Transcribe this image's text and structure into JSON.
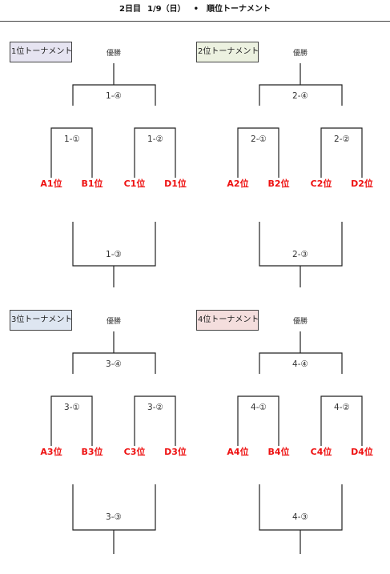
{
  "header": {
    "day": "2日目",
    "date": "1/9（日）",
    "separator": "•",
    "title": "順位トーナメント"
  },
  "colors": {
    "team_text": "#ee1111",
    "tag1": "#e6e4f1",
    "tag2": "#ecf1e0",
    "tag3": "#dee6f1",
    "tag4": "#f4dedd"
  },
  "tournaments": [
    {
      "name": "1位トーナメント",
      "winner": "優勝",
      "final": "1-④",
      "semi_left": "1-①",
      "semi_right": "1-②",
      "third": "1-③",
      "teams": [
        "A1位",
        "B1位",
        "C1位",
        "D1位"
      ]
    },
    {
      "name": "2位トーナメント",
      "winner": "優勝",
      "final": "2-④",
      "semi_left": "2-①",
      "semi_right": "2-②",
      "third": "2-③",
      "teams": [
        "A2位",
        "B2位",
        "C2位",
        "D2位"
      ]
    },
    {
      "name": "3位トーナメント",
      "winner": "優勝",
      "final": "3-④",
      "semi_left": "3-①",
      "semi_right": "3-②",
      "third": "3-③",
      "teams": [
        "A3位",
        "B3位",
        "C3位",
        "D3位"
      ]
    },
    {
      "name": "4位トーナメント",
      "winner": "優勝",
      "final": "4-④",
      "semi_left": "4-①",
      "semi_right": "4-②",
      "third": "4-③",
      "teams": [
        "A4位",
        "B4位",
        "C4位",
        "D4位"
      ]
    }
  ]
}
